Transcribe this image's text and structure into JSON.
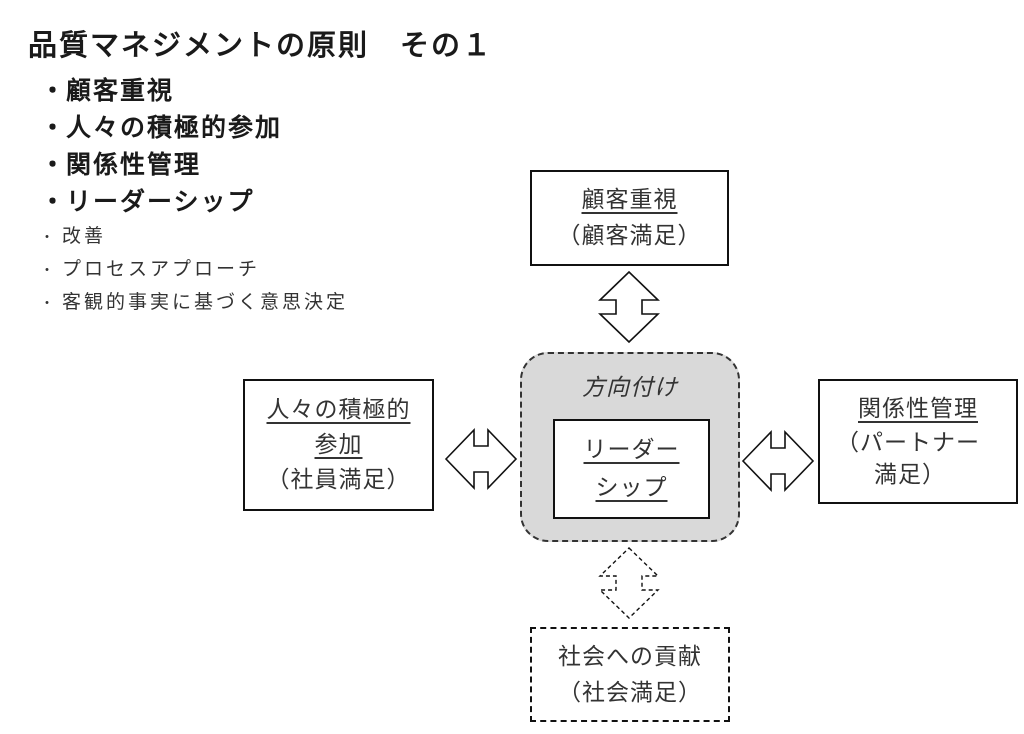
{
  "title": "品質マネジメントの原則　その１",
  "principles": {
    "major": [
      "顧客重視",
      "人々の積極的参加",
      "関係性管理",
      "リーダーシップ"
    ],
    "minor": [
      "改善",
      "プロセスアプローチ",
      "客観的事実に基づく意思決定"
    ],
    "bullet": "・"
  },
  "diagram": {
    "top": {
      "title": "顧客重視",
      "subtitle": "（顧客満足）"
    },
    "left": {
      "title_line1": "人々の積極的",
      "title_line2": "参加",
      "subtitle": "（社員満足）"
    },
    "right": {
      "title": "関係性管理",
      "subtitle_line1": "（パートナー",
      "subtitle_line2": "満足）"
    },
    "bottom": {
      "title": "社会への貢献",
      "subtitle": "（社会満足）"
    },
    "center": {
      "group_label": "方向付け",
      "title_line1": "リーダー",
      "title_line2": "シップ"
    }
  }
}
